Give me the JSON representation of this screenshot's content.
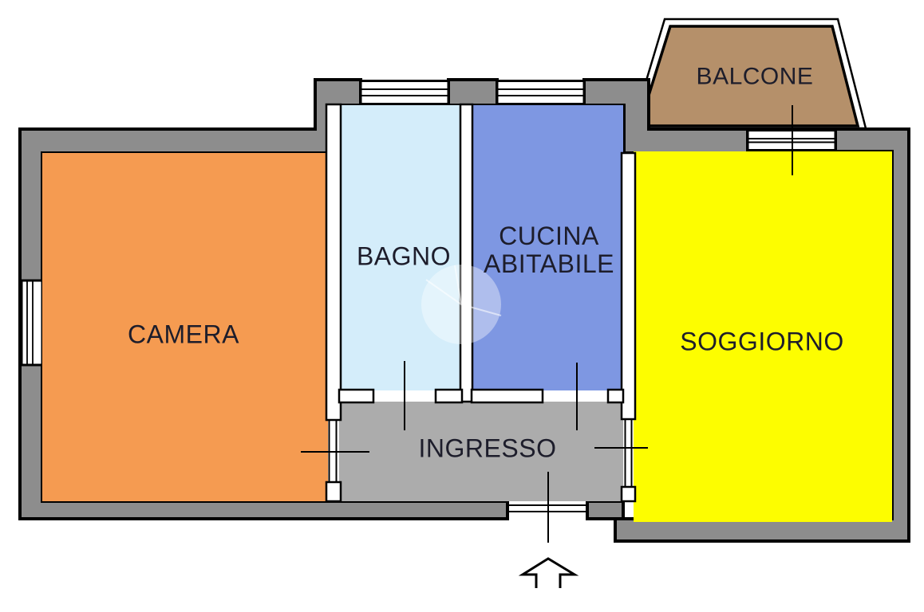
{
  "plan": {
    "title": "apartment-floor-plan",
    "rooms": {
      "camera": {
        "label": "CAMERA",
        "color": "#f59b51"
      },
      "bagno": {
        "label": "BAGNO",
        "color": "#d4edfa"
      },
      "cucina": {
        "label_line1": "CUCINA",
        "label_line2": "ABITABILE",
        "color": "#7e97e2"
      },
      "soggiorno": {
        "label": "SOGGIORNO",
        "color": "#fdfd00"
      },
      "ingresso": {
        "label": "INGRESSO",
        "color": "#acacac"
      },
      "balcone": {
        "label": "BALCONE",
        "color": "#b5906a"
      }
    },
    "colors": {
      "wall": "#8d8d8d",
      "outline": "#000000",
      "window_fill": "#ffffff",
      "label_text": "#1d1d2b"
    },
    "symbols": {
      "entrance_arrow": "up-arrow",
      "door_marker": "axis-line",
      "watermark": "circle"
    }
  }
}
